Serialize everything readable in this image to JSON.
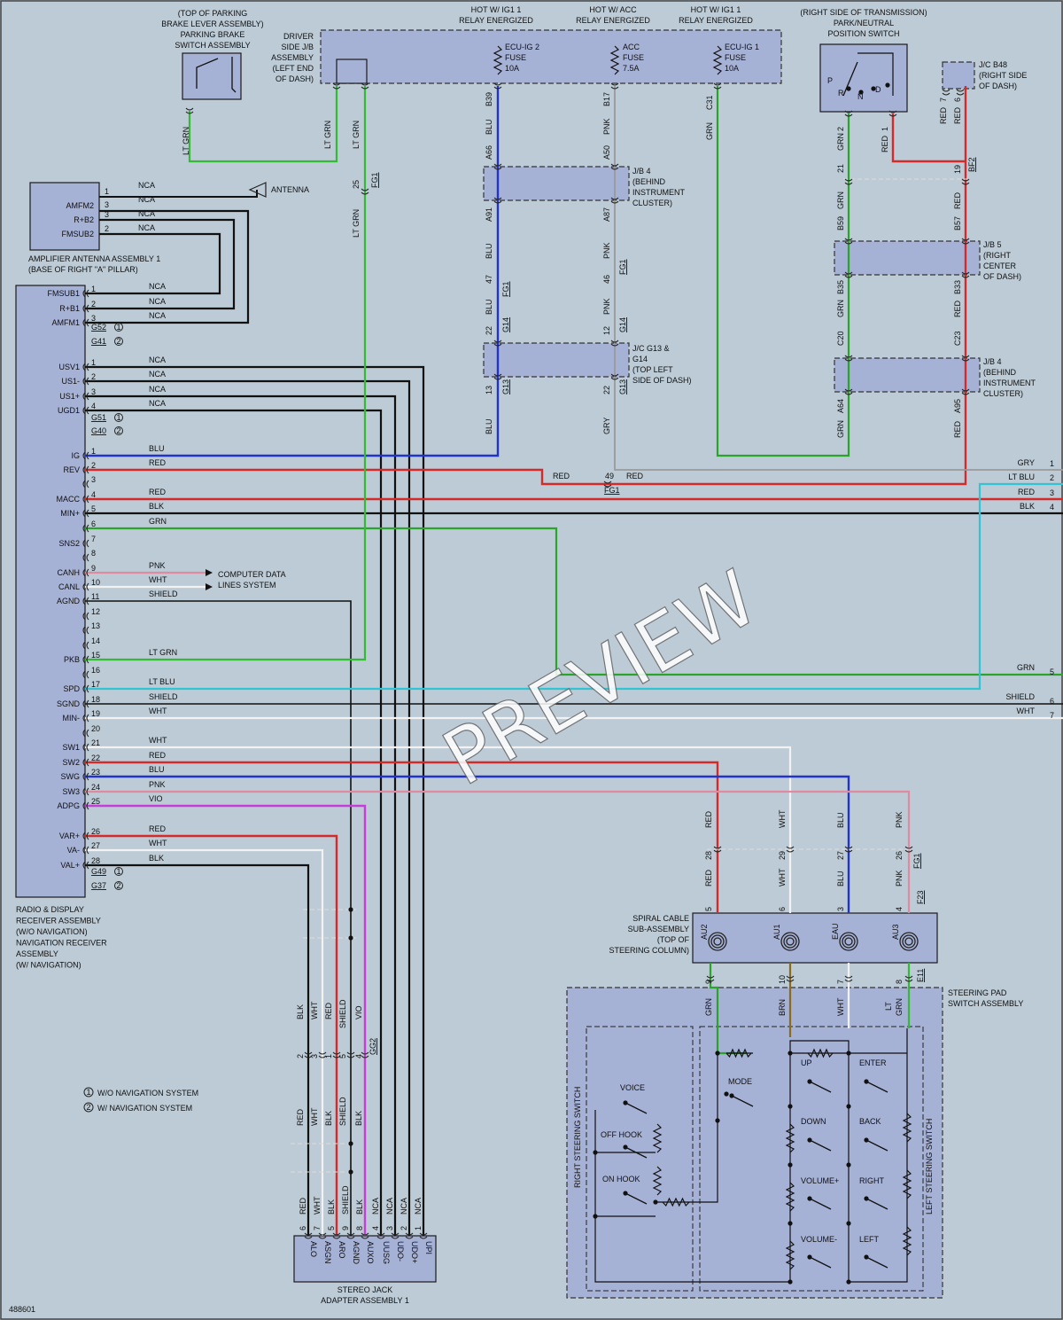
{
  "figure_id": "488601",
  "watermark": "PREVIEW",
  "top_relays": {
    "ig1_a": "HOT W/ IG1 1\nRELAY ENERGIZED",
    "acc": "HOT W/ ACC\nRELAY ENERGIZED",
    "ig1_b": "HOT W/ IG1 1\nRELAY ENERGIZED"
  },
  "components": {
    "parking_brake": "(TOP OF PARKING\nBRAKE LEVER ASSEMBLY)\nPARKING BRAKE\nSWITCH ASSEMBLY",
    "driver_jb": "DRIVER\nSIDE J/B\nASSEMBLY\n(LEFT END\nOF DASH)",
    "fuse_ecu_ig2": "ECU-IG 2\nFUSE\n10A",
    "fuse_acc": "ACC\nFUSE\n7.5A",
    "fuse_ecu_ig1": "ECU-IG 1\nFUSE\n10A",
    "pn_switch": "(RIGHT SIDE OF TRANSMISSION)\nPARK/NEUTRAL\nPOSITION SWITCH",
    "jc_b48": "J/C B48\n(RIGHT SIDE\nOF DASH)",
    "jb4_a": "J/B 4\n(BEHIND\nINSTRUMENT\nCLUSTER)",
    "jb5": "J/B 5\n(RIGHT\nCENTER\nOF DASH)",
    "jb4_b": "J/B 4\n(BEHIND\nINSTRUMENT\nCLUSTER)",
    "jc_g13": "J/C G13 &\nG14\n(TOP LEFT\nSIDE OF DASH)",
    "antenna": "ANTENNA",
    "amp_antenna": "AMPLIFIER ANTENNA ASSEMBLY 1\n(BASE OF RIGHT \"A\" PILLAR)",
    "radio": "RADIO & DISPLAY\nRECEIVER ASSEMBLY\n(W/O NAVIGATION)\nNAVIGATION RECEIVER\nASSEMBLY\n(W/ NAVIGATION)",
    "computer_data": "COMPUTER DATA\nLINES SYSTEM",
    "spiral_cable": "SPIRAL CABLE\nSUB-ASSEMBLY\n(TOP OF\nSTEERING COLUMN)",
    "steering_pad": "STEERING PAD\nSWITCH ASSEMBLY",
    "right_steering": "RIGHT STEERING SWITCH",
    "left_steering": "LEFT STEERING SWITCH",
    "stereo_jack": "STEREO JACK\nADAPTER ASSEMBLY 1"
  },
  "legend": [
    "W/O NAVIGATION SYSTEM",
    "W/ NAVIGATION SYSTEM"
  ],
  "amp_pins": [
    "AMFM2",
    "R+B2",
    "FMSUB2"
  ],
  "radio_pins": [
    {
      "n": "1",
      "name": "FMSUB1",
      "wire": "NCA"
    },
    {
      "n": "2",
      "name": "R+B1",
      "wire": "NCA"
    },
    {
      "n": "3",
      "name": "AMFM1",
      "wire": "NCA"
    },
    {
      "n": "1",
      "name": "USV1",
      "wire": "NCA"
    },
    {
      "n": "2",
      "name": "US1-",
      "wire": "NCA"
    },
    {
      "n": "3",
      "name": "US1+",
      "wire": "NCA"
    },
    {
      "n": "4",
      "name": "UGD1",
      "wire": "NCA"
    },
    {
      "n": "1",
      "name": "IG",
      "wire": "BLU"
    },
    {
      "n": "2",
      "name": "REV",
      "wire": "RED"
    },
    {
      "n": "3",
      "name": "",
      "wire": ""
    },
    {
      "n": "4",
      "name": "MACC",
      "wire": "RED"
    },
    {
      "n": "5",
      "name": "MIN+",
      "wire": "BLK"
    },
    {
      "n": "6",
      "name": "",
      "wire": "GRN"
    },
    {
      "n": "7",
      "name": "SNS2",
      "wire": ""
    },
    {
      "n": "8",
      "name": "",
      "wire": ""
    },
    {
      "n": "9",
      "name": "CANH",
      "wire": "PNK"
    },
    {
      "n": "10",
      "name": "CANL",
      "wire": "WHT"
    },
    {
      "n": "11",
      "name": "AGND",
      "wire": "SHIELD"
    },
    {
      "n": "12",
      "name": "",
      "wire": ""
    },
    {
      "n": "13",
      "name": "",
      "wire": ""
    },
    {
      "n": "14",
      "name": "",
      "wire": ""
    },
    {
      "n": "15",
      "name": "PKB",
      "wire": "LT GRN"
    },
    {
      "n": "16",
      "name": "",
      "wire": ""
    },
    {
      "n": "17",
      "name": "SPD",
      "wire": "LT BLU"
    },
    {
      "n": "18",
      "name": "SGND",
      "wire": "SHIELD"
    },
    {
      "n": "19",
      "name": "MIN-",
      "wire": "WHT"
    },
    {
      "n": "20",
      "name": "",
      "wire": ""
    },
    {
      "n": "21",
      "name": "SW1",
      "wire": "WHT"
    },
    {
      "n": "22",
      "name": "SW2",
      "wire": "RED"
    },
    {
      "n": "23",
      "name": "SWG",
      "wire": "BLU"
    },
    {
      "n": "24",
      "name": "SW3",
      "wire": "PNK"
    },
    {
      "n": "25",
      "name": "ADPG",
      "wire": "VIO"
    },
    {
      "n": "26",
      "name": "VAR+",
      "wire": "RED"
    },
    {
      "n": "27",
      "name": "VA-",
      "wire": "WHT"
    },
    {
      "n": "28",
      "name": "VAL+",
      "wire": "BLK"
    }
  ],
  "connectors": {
    "g52": "G52",
    "g41": "G41",
    "g51": "G51",
    "g40": "G40",
    "g49": "G49",
    "g37": "G37",
    "fg1": "FG1",
    "g14": "G14",
    "g13": "G13",
    "bf2": "BF2",
    "f23": "F23",
    "e11": "E11",
    "gg2": "GG2"
  },
  "right_edge": [
    {
      "n": "1",
      "wire": "GRY"
    },
    {
      "n": "2",
      "wire": "LT BLU"
    },
    {
      "n": "3",
      "wire": "RED"
    },
    {
      "n": "4",
      "wire": "BLK"
    },
    {
      "n": "5",
      "wire": "GRN"
    },
    {
      "n": "6",
      "wire": "SHIELD"
    },
    {
      "n": "7",
      "wire": "WHT"
    }
  ],
  "spiral_pins": [
    "AU2",
    "AU1",
    "EAU",
    "AU3"
  ],
  "steering_buttons": [
    "VOICE",
    "OFF HOOK",
    "ON HOOK",
    "MODE",
    "UP",
    "ENTER",
    "DOWN",
    "BACK",
    "VOLUME+",
    "RIGHT",
    "VOLUME-",
    "LEFT"
  ],
  "stereo_pins": [
    "ALO",
    "ASGN",
    "ARO",
    "AGND",
    "AUXO",
    "UUSG",
    "UDO-",
    "UDO+",
    "UPI"
  ],
  "stereo_wires": [
    "RED",
    "WHT",
    "BLK",
    "SHIELD",
    "BLK",
    "NCA",
    "NCA",
    "NCA",
    "NCA"
  ],
  "stereo_pin_nums": [
    "6",
    "7",
    "5",
    "9",
    "8",
    "4",
    "3",
    "2",
    "1"
  ]
}
